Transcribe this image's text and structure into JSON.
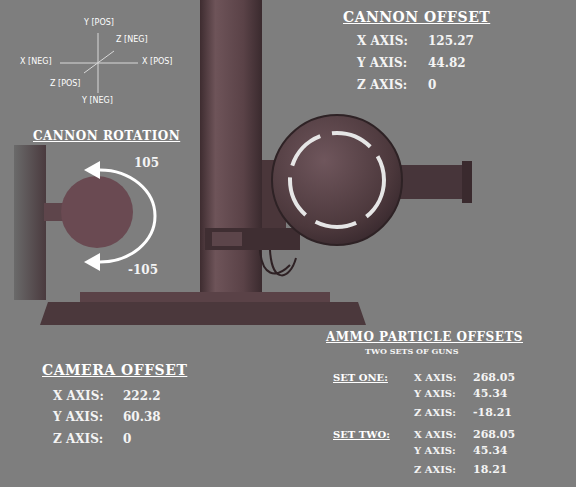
{
  "diagram": {
    "labels": [
      "Y [POS]",
      "Z [NEG]",
      "X [NEG]",
      "X [POS]",
      "Z [POS]",
      "Y [NEG]",
      "CANNON OFFSET",
      "X AXIS:",
      "125.27",
      "Y AXIS:",
      "44.82",
      "Z AXIS:",
      "0",
      "CANNON ROTATION",
      "105",
      "-105",
      "CAMERA OFFSET",
      "X AXIS:",
      "222.2",
      "Y AXIS:",
      "60.38",
      "Z AXIS:",
      "0",
      "AMMO PARTICLE OFFSETS",
      "TWO SETS OF GUNS",
      "SET ONE:",
      "X AXIS:",
      "268.05",
      "Y AXIS:",
      "45.34",
      "Z AXIS:",
      "-18.21",
      "SET TWO:",
      "X AXIS:",
      "268.05",
      "Y AXIS:",
      "45.34",
      "Z AXIS:",
      "18.21"
    ]
  }
}
